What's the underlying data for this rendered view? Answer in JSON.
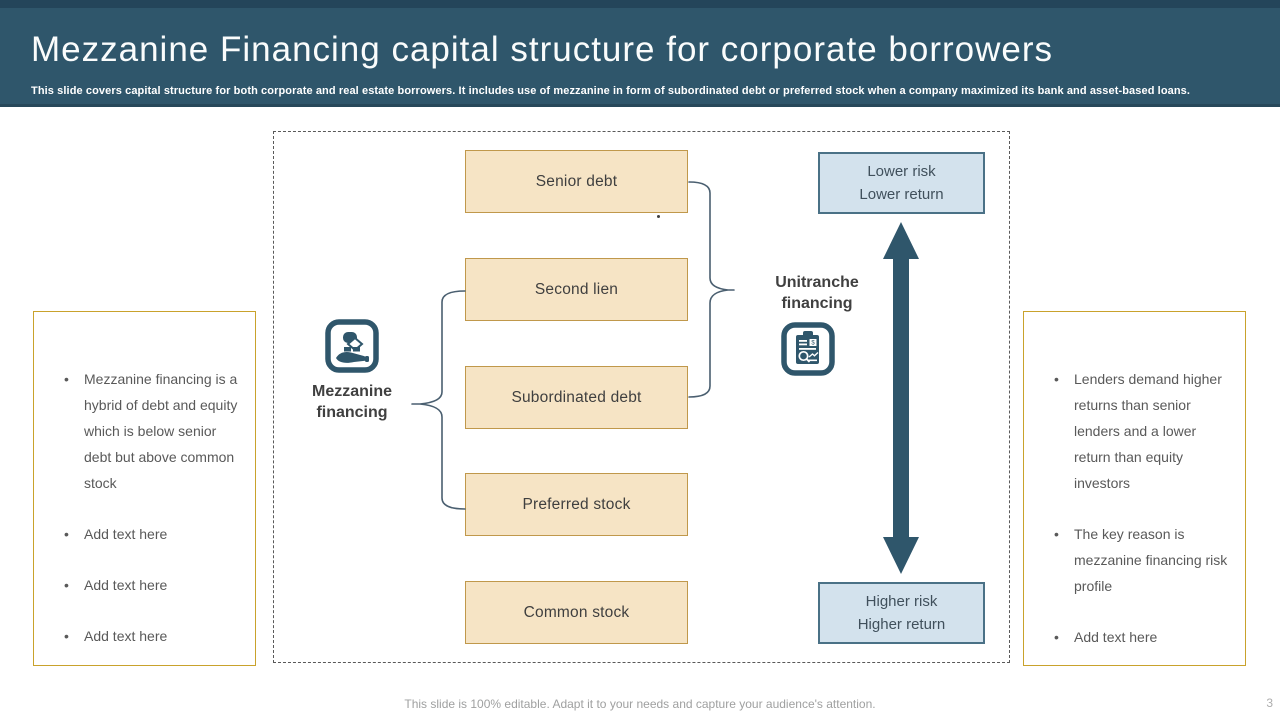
{
  "header": {
    "title": "Mezzanine Financing capital structure for corporate borrowers",
    "subtitle": "This slide covers capital structure for both corporate and real estate borrowers. It includes use of mezzanine in form of subordinated debt or preferred stock when a company maximized its bank and asset-based loans."
  },
  "panels": {
    "left": {
      "bullets": [
        "Mezzanine financing is a hybrid of debt and equity which is below senior debt but above common stock",
        "Add text here",
        "Add text here",
        "Add text here"
      ]
    },
    "right": {
      "bullets": [
        "Lenders demand higher returns than senior lenders and a lower return than equity investors",
        "The key reason is mezzanine financing risk profile",
        "Add text here"
      ]
    }
  },
  "diagram": {
    "stack": [
      "Senior debt",
      "Second lien",
      "Subordinated debt",
      "Preferred stock",
      "Common stock"
    ],
    "mezzanine": {
      "label": "Mezzanine financing",
      "icon": "hand-holding-money-icon"
    },
    "unitranche": {
      "label": "Unitranche financing",
      "icon": "clipboard-analysis-icon"
    },
    "risk_scale": {
      "top_box": {
        "line1": "Lower risk",
        "line2": "Lower return"
      },
      "bottom_box": {
        "line1": "Higher risk",
        "line2": "Higher return"
      }
    }
  },
  "footer": {
    "note": "This slide is 100% editable. Adapt it to your needs and capture your audience's attention.",
    "page_number": "3"
  },
  "glyphs": {
    "bullet": "•"
  },
  "colors": {
    "header_bg": "#2F566B",
    "header_strip": "#24455A",
    "accent_teal": "#2F566B",
    "stack_fill": "#F6E4C5",
    "stack_border": "#C0984B",
    "panel_border": "#C9A22C",
    "risk_fill": "#D3E2ED",
    "risk_border": "#4A7186",
    "body_text": "#595959",
    "label_text": "#404040",
    "footer_text": "#9FA0A0"
  }
}
